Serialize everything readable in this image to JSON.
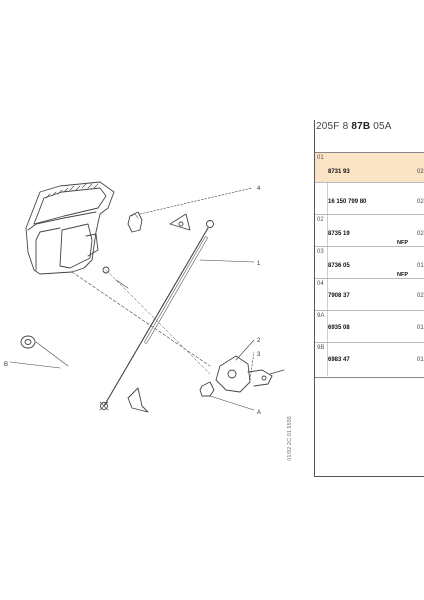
{
  "header": {
    "prefix": "205F 8 ",
    "bold": "87B",
    "suffix": " 05A"
  },
  "side_code": "01/92 2C 01.5555",
  "callouts": [
    "4",
    "1",
    "2",
    "3",
    "A",
    "B"
  ],
  "rows": [
    {
      "idx": "01",
      "part": "8731 93",
      "qty": "02",
      "nfp": "",
      "highlight": true
    },
    {
      "idx": "",
      "part": "16 150 799 80",
      "qty": "02",
      "nfp": "",
      "highlight": false
    },
    {
      "idx": "02",
      "part": "8735 19",
      "qty": "02",
      "nfp": "NFP",
      "highlight": false
    },
    {
      "idx": "03",
      "part": "8736 05",
      "qty": "01",
      "nfp": "NFP",
      "highlight": false
    },
    {
      "idx": "04",
      "part": "7908 37",
      "qty": "02",
      "nfp": "",
      "highlight": false
    },
    {
      "idx": "9A",
      "part": "6935 08",
      "qty": "01",
      "nfp": "",
      "highlight": false
    },
    {
      "idx": "9B",
      "part": "6983 47",
      "qty": "01",
      "nfp": "",
      "highlight": false
    }
  ]
}
